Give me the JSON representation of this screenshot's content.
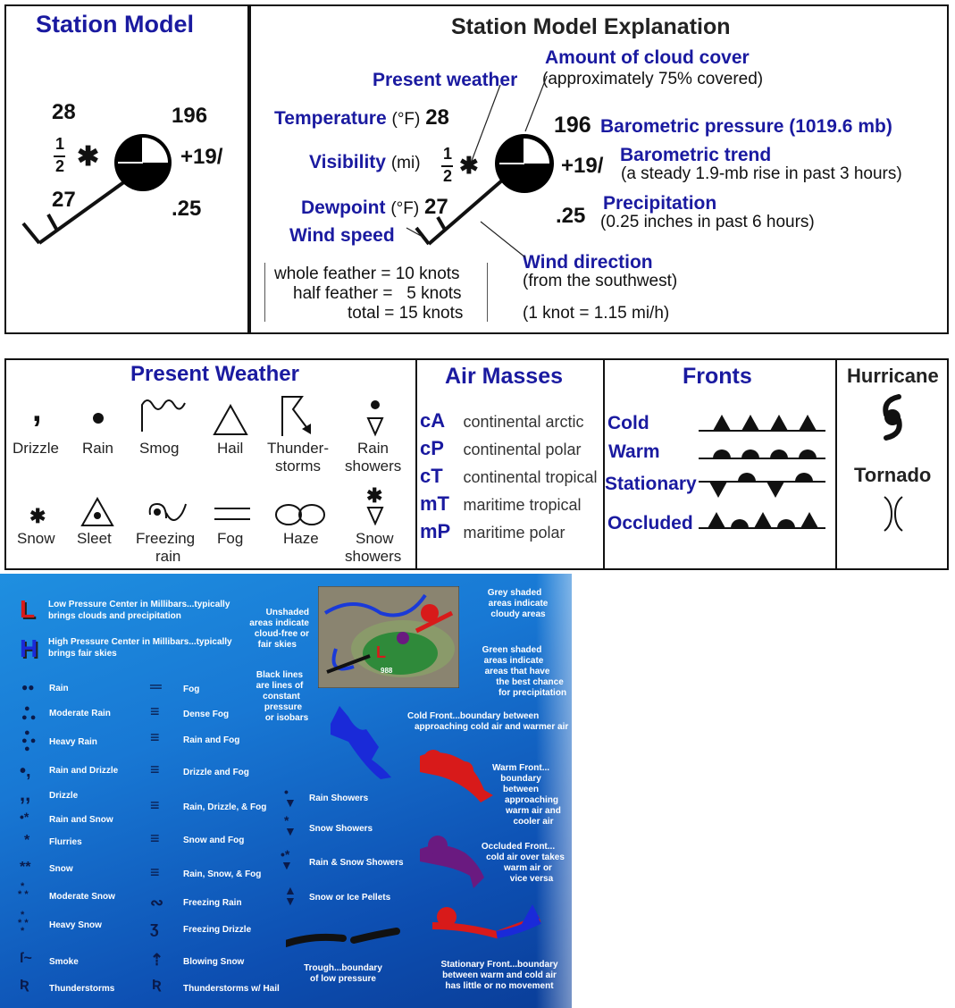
{
  "station_model": {
    "title": "Station Model",
    "temp": "28",
    "pressure": "196",
    "visibility_num": "1",
    "visibility_den": "2",
    "trend": "+19/",
    "dewpoint": "27",
    "precip": ".25"
  },
  "explanation": {
    "title": "Station Model Explanation",
    "present_weather": "Present weather",
    "cloud_cover_label": "Amount of cloud cover",
    "cloud_cover_note": "(approximately 75% covered)",
    "temperature_label": "Temperature",
    "temperature_unit": "(°F)",
    "temp_value": "28",
    "pressure_value": "196",
    "pressure_label": "Barometric pressure (1019.6 mb)",
    "visibility_label": "Visibility",
    "visibility_unit": "(mi)",
    "trend_value": "+19/",
    "trend_label": "Barometric trend",
    "trend_note": "(a steady 1.9-mb rise in past 3 hours)",
    "dewpoint_label": "Dewpoint",
    "dewpoint_unit": "(°F)",
    "dewpoint_value": "27",
    "precip_value": ".25",
    "precip_label": "Precipitation",
    "precip_note": "(0.25 inches in past 6 hours)",
    "wind_speed_label": "Wind speed",
    "wind_direction_label": "Wind direction",
    "wind_direction_note": "(from the southwest)",
    "knot_note": "(1 knot = 1.15 mi/h)",
    "feather_1": "whole feather = 10 knots",
    "feather_2": "half feather =   5 knots",
    "feather_3": "total = 15 knots"
  },
  "present_weather": {
    "title": "Present Weather",
    "items": [
      "Drizzle",
      "Rain",
      "Smog",
      "Hail",
      "Thunder-",
      "storms",
      "Rain",
      "showers",
      "Snow",
      "Sleet",
      "Freezing",
      "rain",
      "Fog",
      "Haze",
      "Snow",
      "showers"
    ]
  },
  "air_masses": {
    "title": "Air Masses",
    "items": [
      {
        "code": "cA",
        "name": "continental arctic"
      },
      {
        "code": "cP",
        "name": "continental polar"
      },
      {
        "code": "cT",
        "name": "continental tropical"
      },
      {
        "code": "mT",
        "name": "maritime tropical"
      },
      {
        "code": "mP",
        "name": "maritime polar"
      }
    ]
  },
  "fronts": {
    "title": "Fronts",
    "items": [
      "Cold",
      "Warm",
      "Stationary",
      "Occluded"
    ]
  },
  "hurricane": {
    "title": "Hurricane",
    "tornado": "Tornado"
  },
  "legend": {
    "L": "L",
    "H": "H",
    "low": [
      "Low Pressure Center in Millibars...typically",
      "brings clouds and precipitation"
    ],
    "high": [
      "High Pressure Center in Millibars...typically",
      "brings fair skies"
    ],
    "col1": [
      "Rain",
      "Moderate Rain",
      "Heavy Rain",
      "Rain and Drizzle",
      "Drizzle",
      "Rain and Snow",
      "Flurries",
      "Snow",
      "Moderate Snow",
      "Heavy Snow",
      "Smoke",
      "Thunderstorms"
    ],
    "col2": [
      "Fog",
      "Dense Fog",
      "Rain and Fog",
      "Drizzle and Fog",
      "Rain, Drizzle, & Fog",
      "Snow and Fog",
      "Rain, Snow, & Fog",
      "Freezing Rain",
      "Freezing Drizzle",
      "Blowing Snow",
      "Thunderstorms w/ Hail"
    ],
    "col3": [
      "Rain Showers",
      "Snow Showers",
      "Rain & Snow Showers",
      "Snow or Ice Pellets"
    ],
    "map_value": "988",
    "unshaded": [
      "Unshaded",
      "areas indicate",
      "cloud-free or",
      "fair skies"
    ],
    "grey": [
      "Grey shaded",
      "areas indicate",
      "cloudy areas"
    ],
    "green": [
      "Green shaded",
      "areas indicate",
      "areas that have",
      "the best chance",
      "for precipitation"
    ],
    "black": [
      "Black lines",
      "are lines of",
      "constant",
      "pressure",
      "or isobars"
    ],
    "cold": [
      "Cold Front...boundary between",
      "approaching cold air and warmer air"
    ],
    "warm": [
      "Warm Front...",
      "boundary",
      "between",
      "approaching",
      "warm air and",
      "cooler air"
    ],
    "occluded": [
      "Occluded Front...",
      "cold air over takes",
      "warm air or",
      "vice versa"
    ],
    "trough": [
      "Trough...boundary",
      "of low pressure"
    ],
    "stationary": [
      "Stationary Front...boundary",
      "between warm and cold air",
      "has little or no movement"
    ]
  }
}
